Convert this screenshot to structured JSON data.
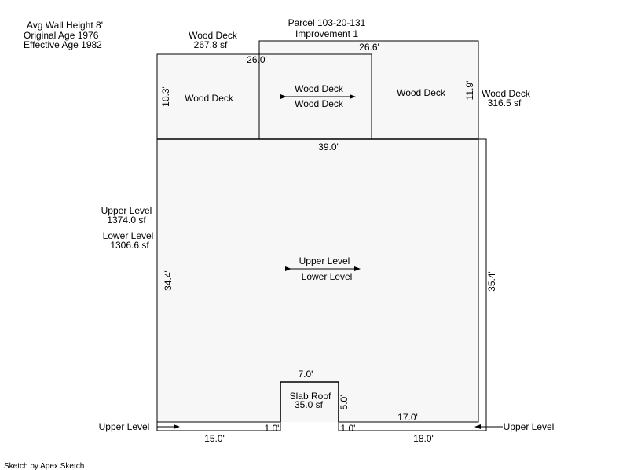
{
  "header": {
    "info": [
      "Avg Wall Height 8'",
      "Original Age 1976",
      "Effective Age 1982"
    ],
    "parcel": "Parcel 103-20-131",
    "improvement": "Improvement 1"
  },
  "left_deck": {
    "title": "Wood Deck",
    "area": "267.8 sf",
    "label": "Wood Deck",
    "dim_width": "26.0'",
    "dim_height": "10.3'"
  },
  "middle_deck": {
    "label_top": "Wood Deck",
    "label_bottom": "Wood Deck"
  },
  "right_deck": {
    "title": "Wood Deck",
    "area": "316.5 sf",
    "label": "Wood Deck",
    "dim_width": "26.6'",
    "dim_height": "11.9'"
  },
  "main": {
    "upper_title": "Upper Level",
    "upper_area": "1374.0 sf",
    "lower_title": "Lower Level",
    "lower_area": "1306.6 sf",
    "label_upper": "Upper Level",
    "label_lower": "Lower Level",
    "dim_top": "39.0'",
    "dim_left": "34.4'",
    "dim_right": "35.4'",
    "dim_bottom_left": "15.0'",
    "dim_bottom_right": "18.0'",
    "dim_step_left": "1.0'",
    "dim_step_right": "1.0'",
    "dim_bottom_inner_right": "17.0'",
    "callout_left": "Upper Level",
    "callout_right": "Upper Level"
  },
  "slab": {
    "title": "Slab Roof",
    "area": "35.0 sf",
    "dim_width": "7.0'",
    "dim_height": "5.0'"
  },
  "footer": "Sketch by Apex Sketch"
}
